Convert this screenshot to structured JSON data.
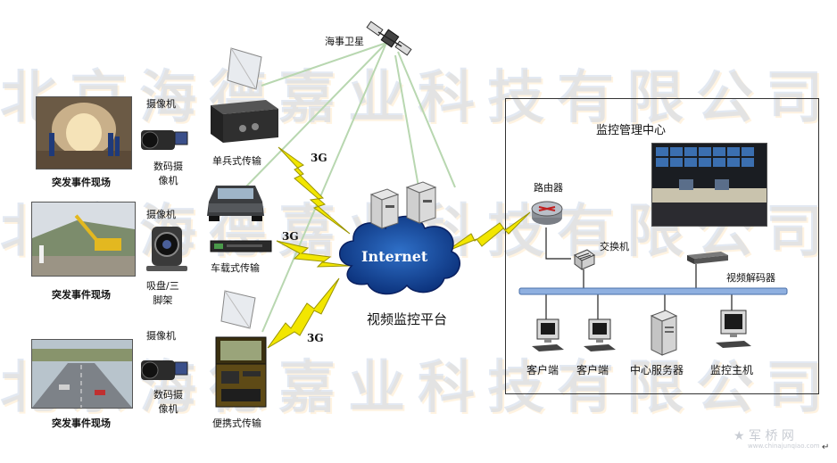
{
  "watermark": "北京海德嘉业科技有限公司",
  "satellite": {
    "label": "海事卫星"
  },
  "scenes": [
    {
      "label": "突发事件现场"
    },
    {
      "label": "突发事件现场"
    },
    {
      "label": "突发事件现场"
    }
  ],
  "cameras": [
    {
      "top_label": "摄像机",
      "caption_line1": "数码摄",
      "caption_line2": "像机"
    },
    {
      "top_label": "摄像机",
      "caption_line1": "吸盘/三",
      "caption_line2": "脚架"
    },
    {
      "top_label": "摄像机",
      "caption_line1": "数码摄",
      "caption_line2": "像机"
    }
  ],
  "transmitters": [
    {
      "label": "单兵式传输",
      "link": "3G"
    },
    {
      "label": "车载式传输",
      "link": "3G"
    },
    {
      "label": "便携式传输",
      "link": "3G"
    }
  ],
  "cloud": {
    "label": "Internet",
    "platform_label": "视频监控平台"
  },
  "center": {
    "title": "监控管理中心",
    "router": "路由器",
    "switch": "交换机",
    "decoder": "视频解码器",
    "endpoints": [
      "客户端",
      "客户端",
      "中心服务器",
      "监控主机"
    ]
  },
  "footer": {
    "logo": "★ 军 桥 网",
    "url": "www.chinajunqiao.com",
    "mark": "↵"
  },
  "colors": {
    "bolt": "#f2e600",
    "bolt_stroke": "#9a9400",
    "cloud_dark": "#0a2f78",
    "cloud_light": "#2f70c8",
    "bus": "#8fb0e0"
  }
}
